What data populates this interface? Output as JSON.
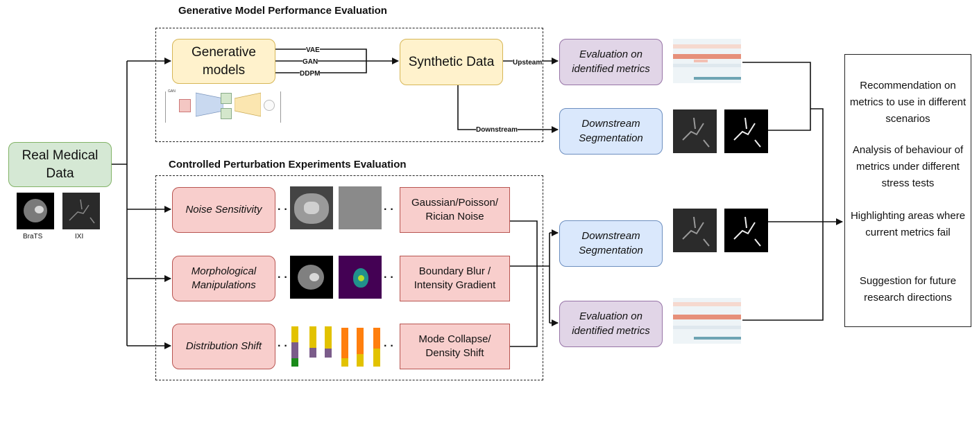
{
  "sections": {
    "generative_title": "Generative Model Performance Evaluation",
    "controlled_title": "Controlled Perturbation Experiments Evaluation"
  },
  "input": {
    "label": "Real Medical Data",
    "datasets": [
      "BraTS",
      "IXI"
    ]
  },
  "generative": {
    "models_label": "Generative models",
    "model_types": [
      "VAE",
      "GAN",
      "DDPM"
    ],
    "synthetic_label": "Synthetic Data",
    "upstream_label": "Upsteam",
    "downstream_label": "Downstream",
    "eval_metrics_label": "Evaluation on identified metrics",
    "downstream_seg_label": "Downstream Segmentation",
    "gan_thumb_label": "GAN"
  },
  "perturbation": {
    "experiments": [
      {
        "name": "Noise Sensitivity",
        "method": "Gaussian/Poisson/ Rician Noise"
      },
      {
        "name": "Morphological Manipulations",
        "method": "Boundary Blur / Intensity Gradient"
      },
      {
        "name": "Distribution Shift",
        "method": "Mode Collapse/ Density Shift"
      }
    ],
    "downstream_seg_label": "Downstream Segmentation",
    "eval_metrics_label": "Evaluation on identified metrics"
  },
  "outcomes": [
    "Recommendation on metrics to use in different scenarios",
    "Analysis of behaviour of metrics under different stress tests",
    "Highlighting areas where current metrics fail",
    "Suggestion for future research directions"
  ],
  "colors": {
    "green_fill": "#d5e8d4",
    "yellow_fill": "#fff2cc",
    "purple_fill": "#e1d5e7",
    "blue_fill": "#dae8fc",
    "red_fill": "#f8cecc"
  }
}
